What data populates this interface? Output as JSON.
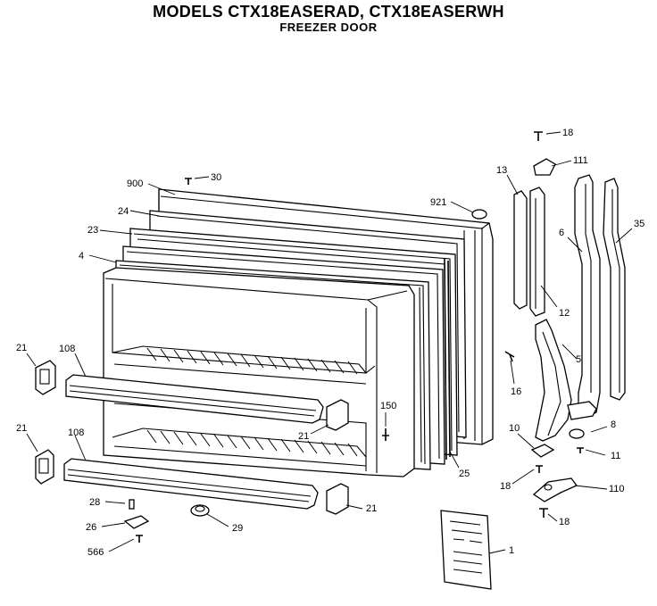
{
  "header": {
    "title": "MODELS CTX18EASERAD, CTX18EASERWH",
    "subtitle": "FREEZER DOOR"
  },
  "callouts": [
    "18",
    "111",
    "13",
    "921",
    "900",
    "30",
    "24",
    "23",
    "4",
    "6",
    "35",
    "12",
    "5",
    "16",
    "21",
    "108",
    "150",
    "21",
    "21",
    "108",
    "10",
    "8",
    "11",
    "25",
    "18",
    "110",
    "28",
    "21",
    "26",
    "29",
    "566",
    "18",
    "1"
  ]
}
